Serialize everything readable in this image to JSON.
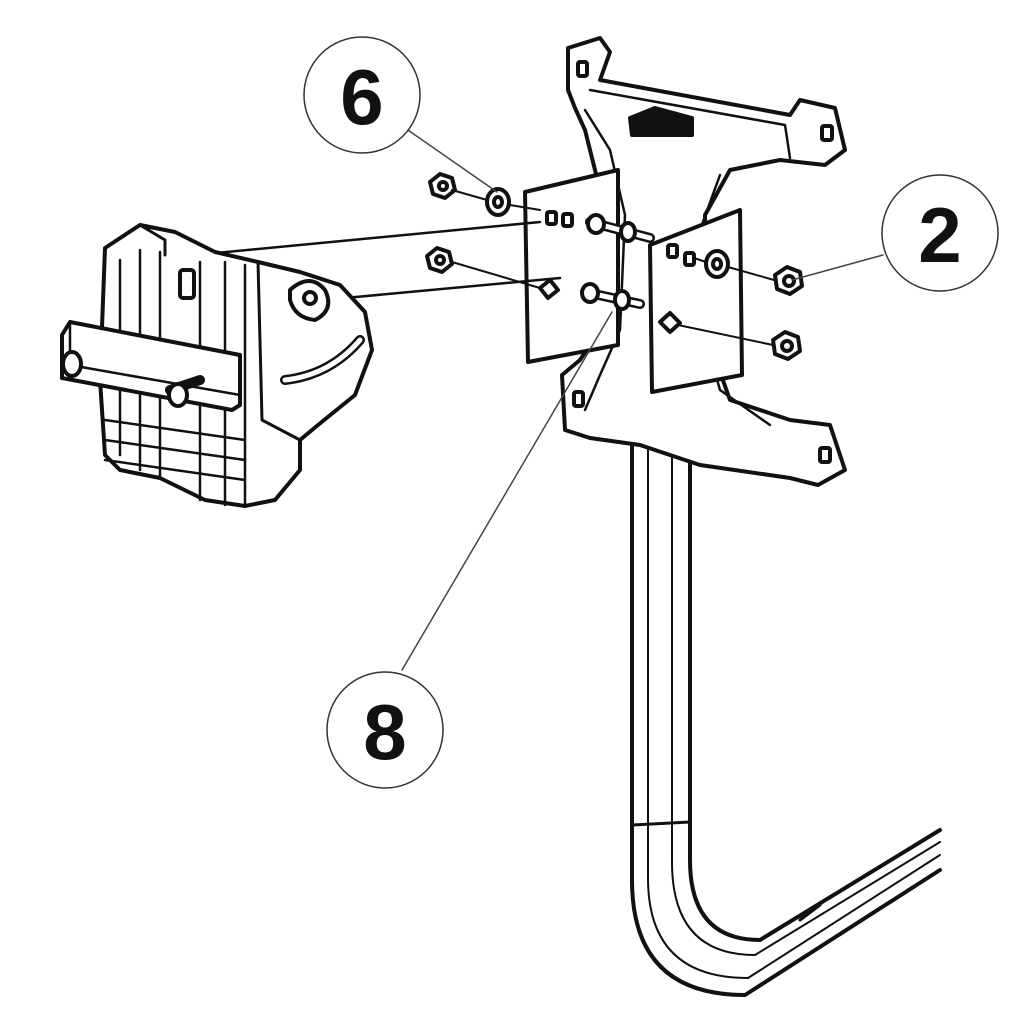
{
  "callouts": [
    {
      "id": "callout-6",
      "label": "6"
    },
    {
      "id": "callout-2",
      "label": "2"
    },
    {
      "id": "callout-8",
      "label": "8"
    }
  ],
  "colors": {
    "line": "#111111",
    "fill": "#ffffff",
    "leader": "#444444"
  }
}
